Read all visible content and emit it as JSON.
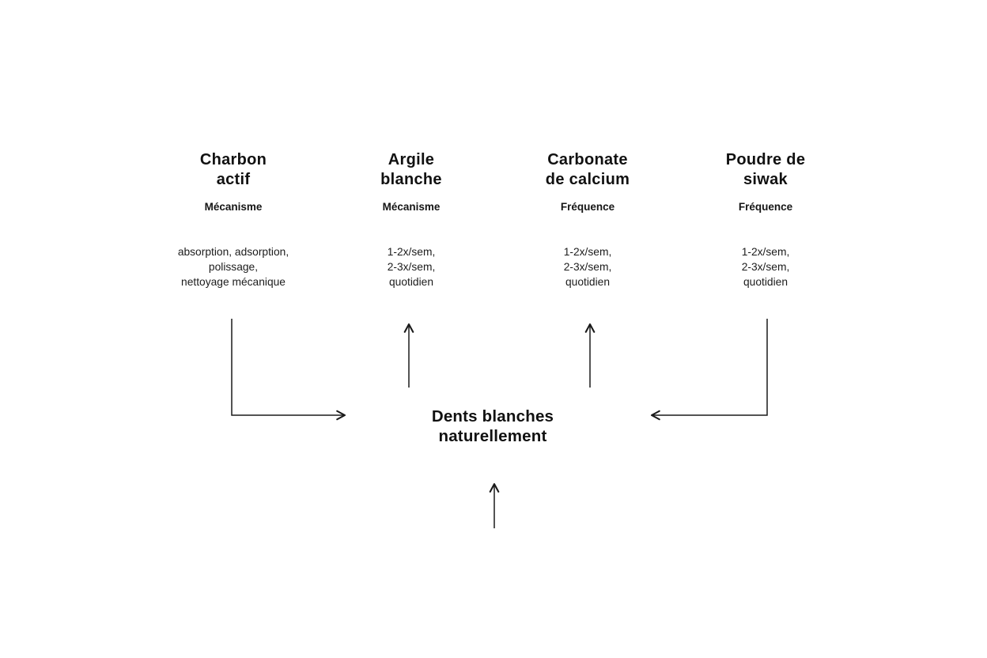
{
  "diagram": {
    "columns": [
      {
        "title": "Charbon\nactif",
        "subtitle": "Mécanisme",
        "details": "absorption, adsorption,\npolissage,\nnettoyage mécanique"
      },
      {
        "title": "Argile\nblanche",
        "subtitle": "Mécanisme",
        "details": "1-2x/sem,\n2-3x/sem,\nquotidien"
      },
      {
        "title": "Carbonate\nde calcium",
        "subtitle": "Fréquence",
        "details": "1-2x/sem,\n2-3x/sem,\nquotidien"
      },
      {
        "title": "Poudre de\nsiwak",
        "subtitle": "Fréquence",
        "details": "1-2x/sem,\n2-3x/sem,\nquotidien"
      }
    ],
    "center": {
      "title": "Dents blanches\nnaturellement"
    },
    "connections": [
      {
        "from": "Charbon actif",
        "to": "Dents blanches naturellement",
        "shape": "elbow-right"
      },
      {
        "from": "Argile blanche",
        "to": "Dents blanches naturellement",
        "shape": "arrow-up"
      },
      {
        "from": "Carbonate de calcium",
        "to": "Dents blanches naturellement",
        "shape": "arrow-up"
      },
      {
        "from": "Poudre de siwak",
        "to": "Dents blanches naturellement",
        "shape": "elbow-left"
      },
      {
        "from": "below",
        "to": "Dents blanches naturellement",
        "shape": "arrow-up"
      }
    ],
    "colors": {
      "background": "#ffffff",
      "text": "#111111",
      "arrow": "#1a1a1a"
    }
  }
}
